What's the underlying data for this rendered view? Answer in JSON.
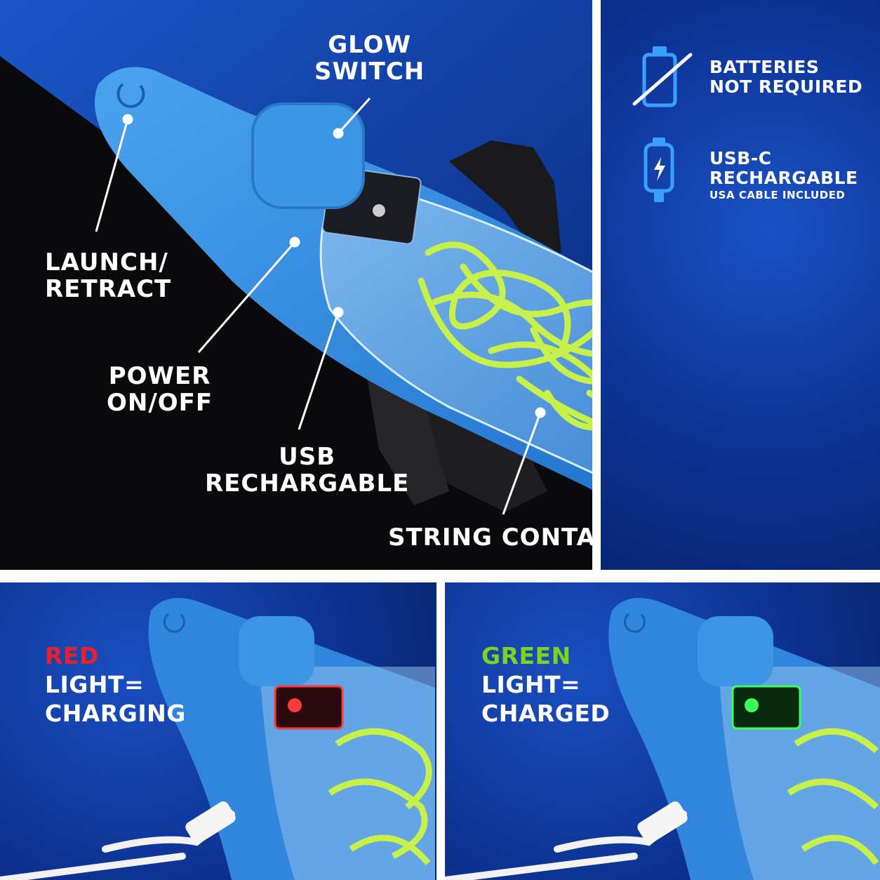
{
  "main_labels": {
    "glow_switch": [
      "GLOW",
      "SWITCH"
    ],
    "launch_retract": [
      "LAUNCH/",
      "RETRACT"
    ],
    "power": [
      "POWER",
      "ON/OFF"
    ],
    "usb": [
      "USB",
      "RECHARGABLE"
    ],
    "string_container": "STRING CONTAINER"
  },
  "info": {
    "batteries": [
      "BATTERIES",
      "NOT REQUIRED"
    ],
    "usbc": [
      "USB-C",
      "RECHARGABLE"
    ],
    "usbc_note": "USA CABLE INCLUDED",
    "battery_icon": "battery-crossed-icon",
    "usbc_icon": "usb-c-charging-icon"
  },
  "charging": {
    "color_word": "RED",
    "lines": [
      "LIGHT=",
      "CHARGING"
    ],
    "color": "#e8202a"
  },
  "charged": {
    "color_word": "GREEN",
    "lines": [
      "LIGHT=",
      "CHARGED"
    ],
    "color": "#7ed321"
  },
  "colors": {
    "device_blue": "#2f86dc",
    "cord_green": "#c8f04a",
    "panel_blue": "#0d3496"
  }
}
